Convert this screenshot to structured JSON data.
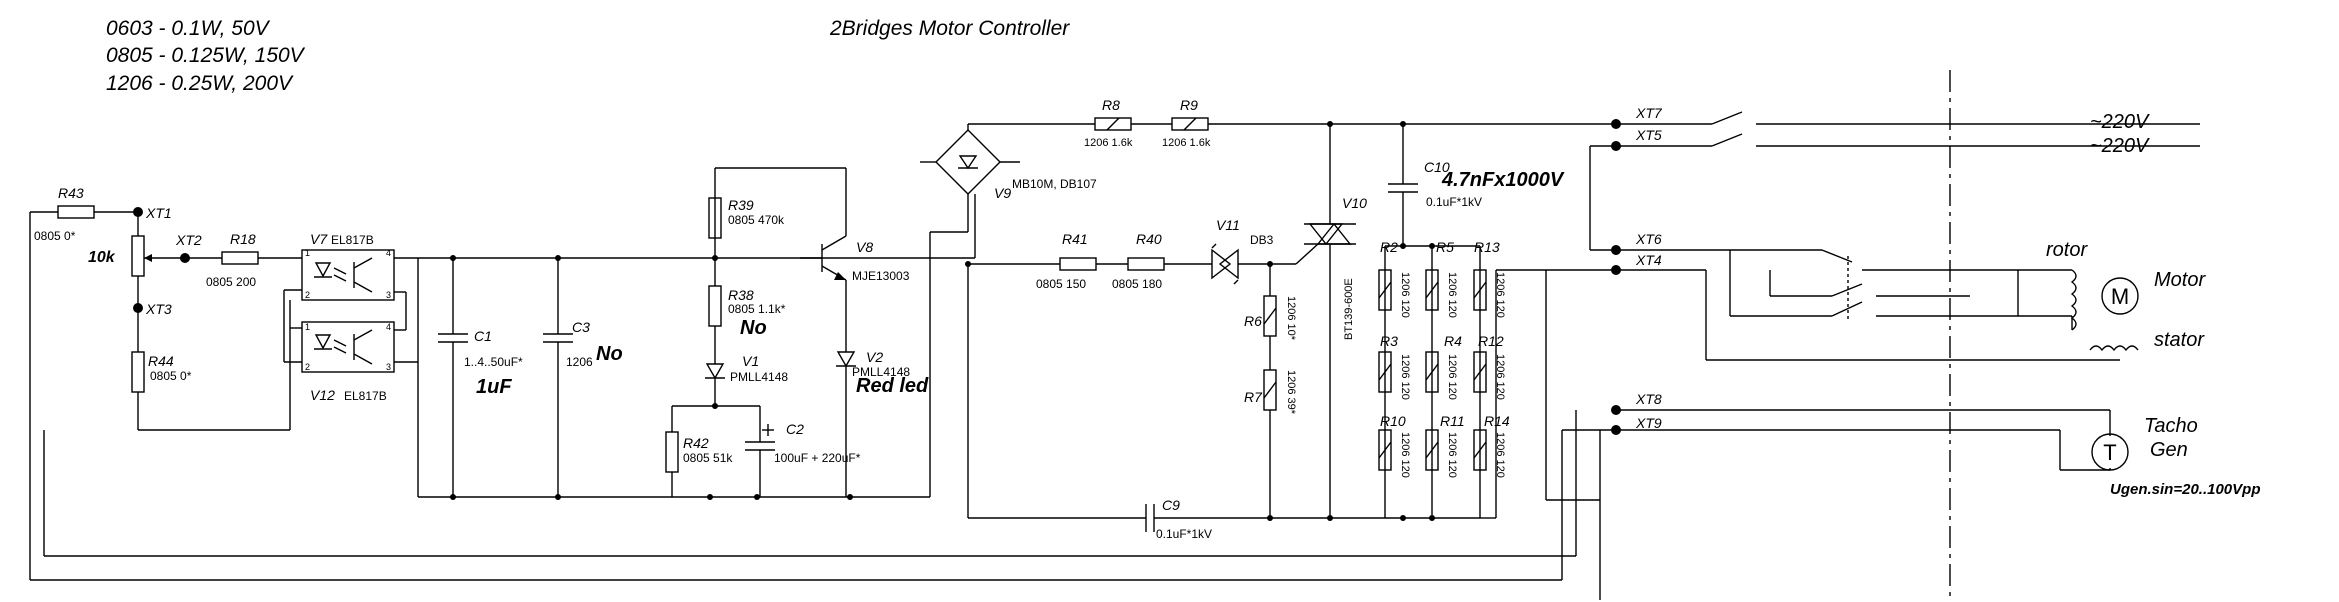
{
  "title": "2Bridges Motor Controller",
  "notes": [
    "0603 - 0.1W, 50V",
    "0805 - 0.125W, 150V",
    "1206 - 0.25W, 200V"
  ],
  "components": {
    "R43": {
      "ref": "R43",
      "val": "0805 0*"
    },
    "R44": {
      "ref": "R44",
      "val": "0805 0*"
    },
    "pot": {
      "ref": "10k"
    },
    "R18": {
      "ref": "R18",
      "val": "0805 200"
    },
    "V7": {
      "ref": "V7",
      "val": "EL817B"
    },
    "V12": {
      "ref": "V12",
      "val": "EL817B"
    },
    "C1": {
      "ref": "C1",
      "val": "1..4..50uF*",
      "note": "1uF"
    },
    "C3": {
      "ref": "C3",
      "val": "1206",
      "note": "No"
    },
    "R39": {
      "ref": "R39",
      "val": "0805 470k"
    },
    "R38": {
      "ref": "R38",
      "val": "0805 1.1k*",
      "note": "No"
    },
    "V1": {
      "ref": "V1",
      "val": "PMLL4148"
    },
    "R42": {
      "ref": "R42",
      "val": "0805 51k"
    },
    "C2": {
      "ref": "C2",
      "val": "100uF + 220uF*"
    },
    "V8": {
      "ref": "V8",
      "val": "MJE13003"
    },
    "V2": {
      "ref": "V2",
      "val": "PMLL4148",
      "note": "Red led"
    },
    "V9": {
      "ref": "V9",
      "val": "MB10M, DB107"
    },
    "R8": {
      "ref": "R8",
      "val": "1206 1.6k"
    },
    "R9": {
      "ref": "R9",
      "val": "1206 1.6k"
    },
    "R41": {
      "ref": "R41",
      "val": "0805 150"
    },
    "R40": {
      "ref": "R40",
      "val": "0805 180"
    },
    "V11": {
      "ref": "V11",
      "val": "DB3"
    },
    "R6": {
      "ref": "R6",
      "val": "1206 10*"
    },
    "R7": {
      "ref": "R7",
      "val": "1206 39*"
    },
    "V10": {
      "ref": "V10",
      "val": "BT139-600E"
    },
    "C10": {
      "ref": "C10",
      "val": "0.1uF*1kV",
      "note": "4.7nFx1000V"
    },
    "C9": {
      "ref": "C9",
      "val": "0.1uF*1kV"
    },
    "R2": {
      "ref": "R2",
      "val": "1206 120"
    },
    "R5": {
      "ref": "R5",
      "val": "1206 120"
    },
    "R13": {
      "ref": "R13",
      "val": "1206 120"
    },
    "R3": {
      "ref": "R3",
      "val": "1206 120"
    },
    "R4": {
      "ref": "R4",
      "val": "1206 120"
    },
    "R12": {
      "ref": "R12",
      "val": "1206 120"
    },
    "R10": {
      "ref": "R10",
      "val": "1206 120"
    },
    "R11": {
      "ref": "R11",
      "val": "1206 120"
    },
    "R14": {
      "ref": "R14",
      "val": "1206 120"
    }
  },
  "connectors": {
    "XT1": "XT1",
    "XT2": "XT2",
    "XT3": "XT3",
    "XT4": "XT4",
    "XT5": "XT5",
    "XT6": "XT6",
    "XT7": "XT7",
    "XT8": "XT8",
    "XT9": "XT9"
  },
  "external": {
    "mains1": "~220V",
    "mains2": "~220V",
    "rotor": "rotor",
    "motor": "Motor",
    "motor_symbol": "M",
    "stator": "stator",
    "tacho1": "Tacho",
    "tacho2": "Gen",
    "tacho_symbol": "T",
    "ugen": "Ugen.sin=20..100Vpp"
  },
  "pins": {
    "p1": "1",
    "p2": "2",
    "p3": "3",
    "p4": "4"
  }
}
